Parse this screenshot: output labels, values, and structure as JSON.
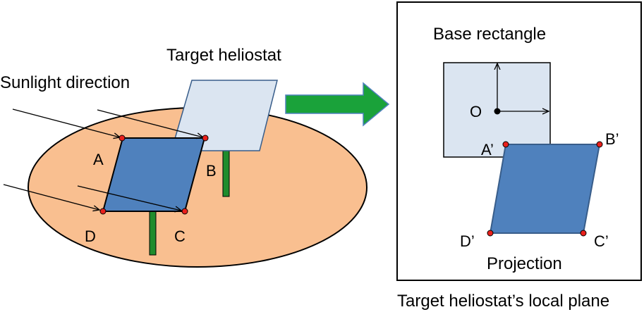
{
  "labels": {
    "sunlight_direction": "Sunlight direction",
    "target_heliostat": "Target heliostat",
    "base_rectangle": "Base rectangle",
    "origin": "O",
    "projection": "Projection",
    "local_plane": "Target heliostat’s local plane",
    "point_a": "A",
    "point_b": "B",
    "point_c": "C",
    "point_d": "D",
    "point_a_prime": "A’",
    "point_b_prime": "B’",
    "point_c_prime": "C’",
    "point_d_prime": "D’"
  },
  "colors": {
    "ground_fill": "#f9bf90",
    "heliostat_light_fill": "#dbe5f1",
    "heliostat_blue_fill": "#4f81bd",
    "outline_dark": "#385d8a",
    "pole_green": "#1f8c2c",
    "arrow_green": "#1aa23a",
    "point_red": "#e8201c"
  }
}
